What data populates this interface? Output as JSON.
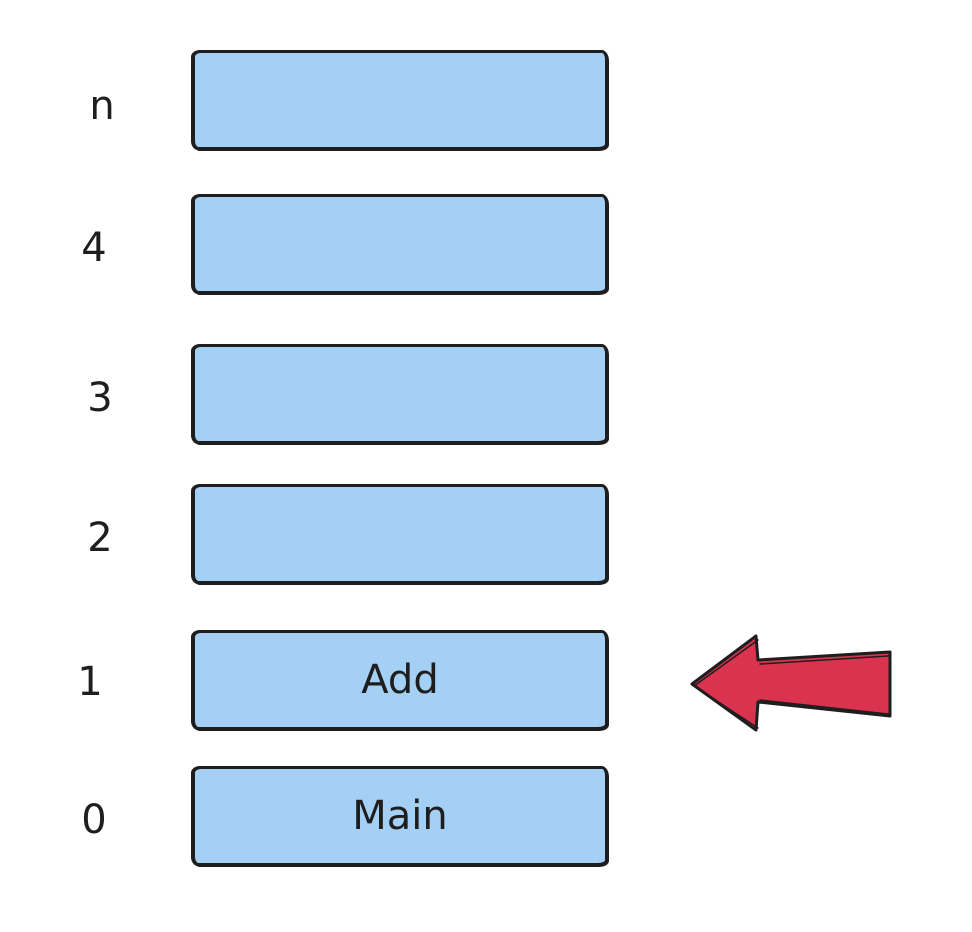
{
  "stack": {
    "rows": [
      {
        "index": "n",
        "label": ""
      },
      {
        "index": "4",
        "label": ""
      },
      {
        "index": "3",
        "label": ""
      },
      {
        "index": "2",
        "label": ""
      },
      {
        "index": "1",
        "label": "Add"
      },
      {
        "index": "0",
        "label": "Main"
      }
    ],
    "pointed_row_index": "1"
  },
  "colors": {
    "box_fill": "#a5d0f5",
    "outline": "#1e1e1e",
    "arrow_fill": "#d9334f"
  }
}
